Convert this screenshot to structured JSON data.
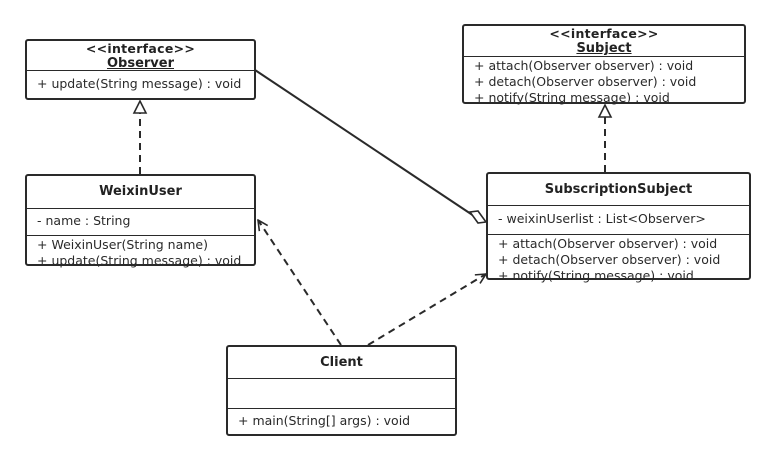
{
  "diagram": {
    "classes": {
      "observer": {
        "stereotype": "<<interface>>",
        "name": "Observer",
        "methods": [
          "+ update(String message) : void"
        ]
      },
      "subject": {
        "stereotype": "<<interface>>",
        "name": "Subject",
        "methods": [
          "+ attach(Observer observer) : void",
          "+ detach(Observer observer) : void",
          "+ notify(String message) : void"
        ]
      },
      "weixinuser": {
        "name": "WeixinUser",
        "attributes": [
          "- name : String"
        ],
        "methods": [
          "+ WeixinUser(String name)",
          "+ update(String message) : void"
        ]
      },
      "subscriptionsubject": {
        "name": "SubscriptionSubject",
        "attributes": [
          "- weixinUserlist : List<Observer>"
        ],
        "methods": [
          "+ attach(Observer observer) : void",
          "+ detach(Observer observer) : void",
          "+ notify(String message) : void"
        ]
      },
      "client": {
        "name": "Client",
        "attributes": [],
        "methods": [
          "+ main(String[] args) : void"
        ]
      }
    }
  }
}
